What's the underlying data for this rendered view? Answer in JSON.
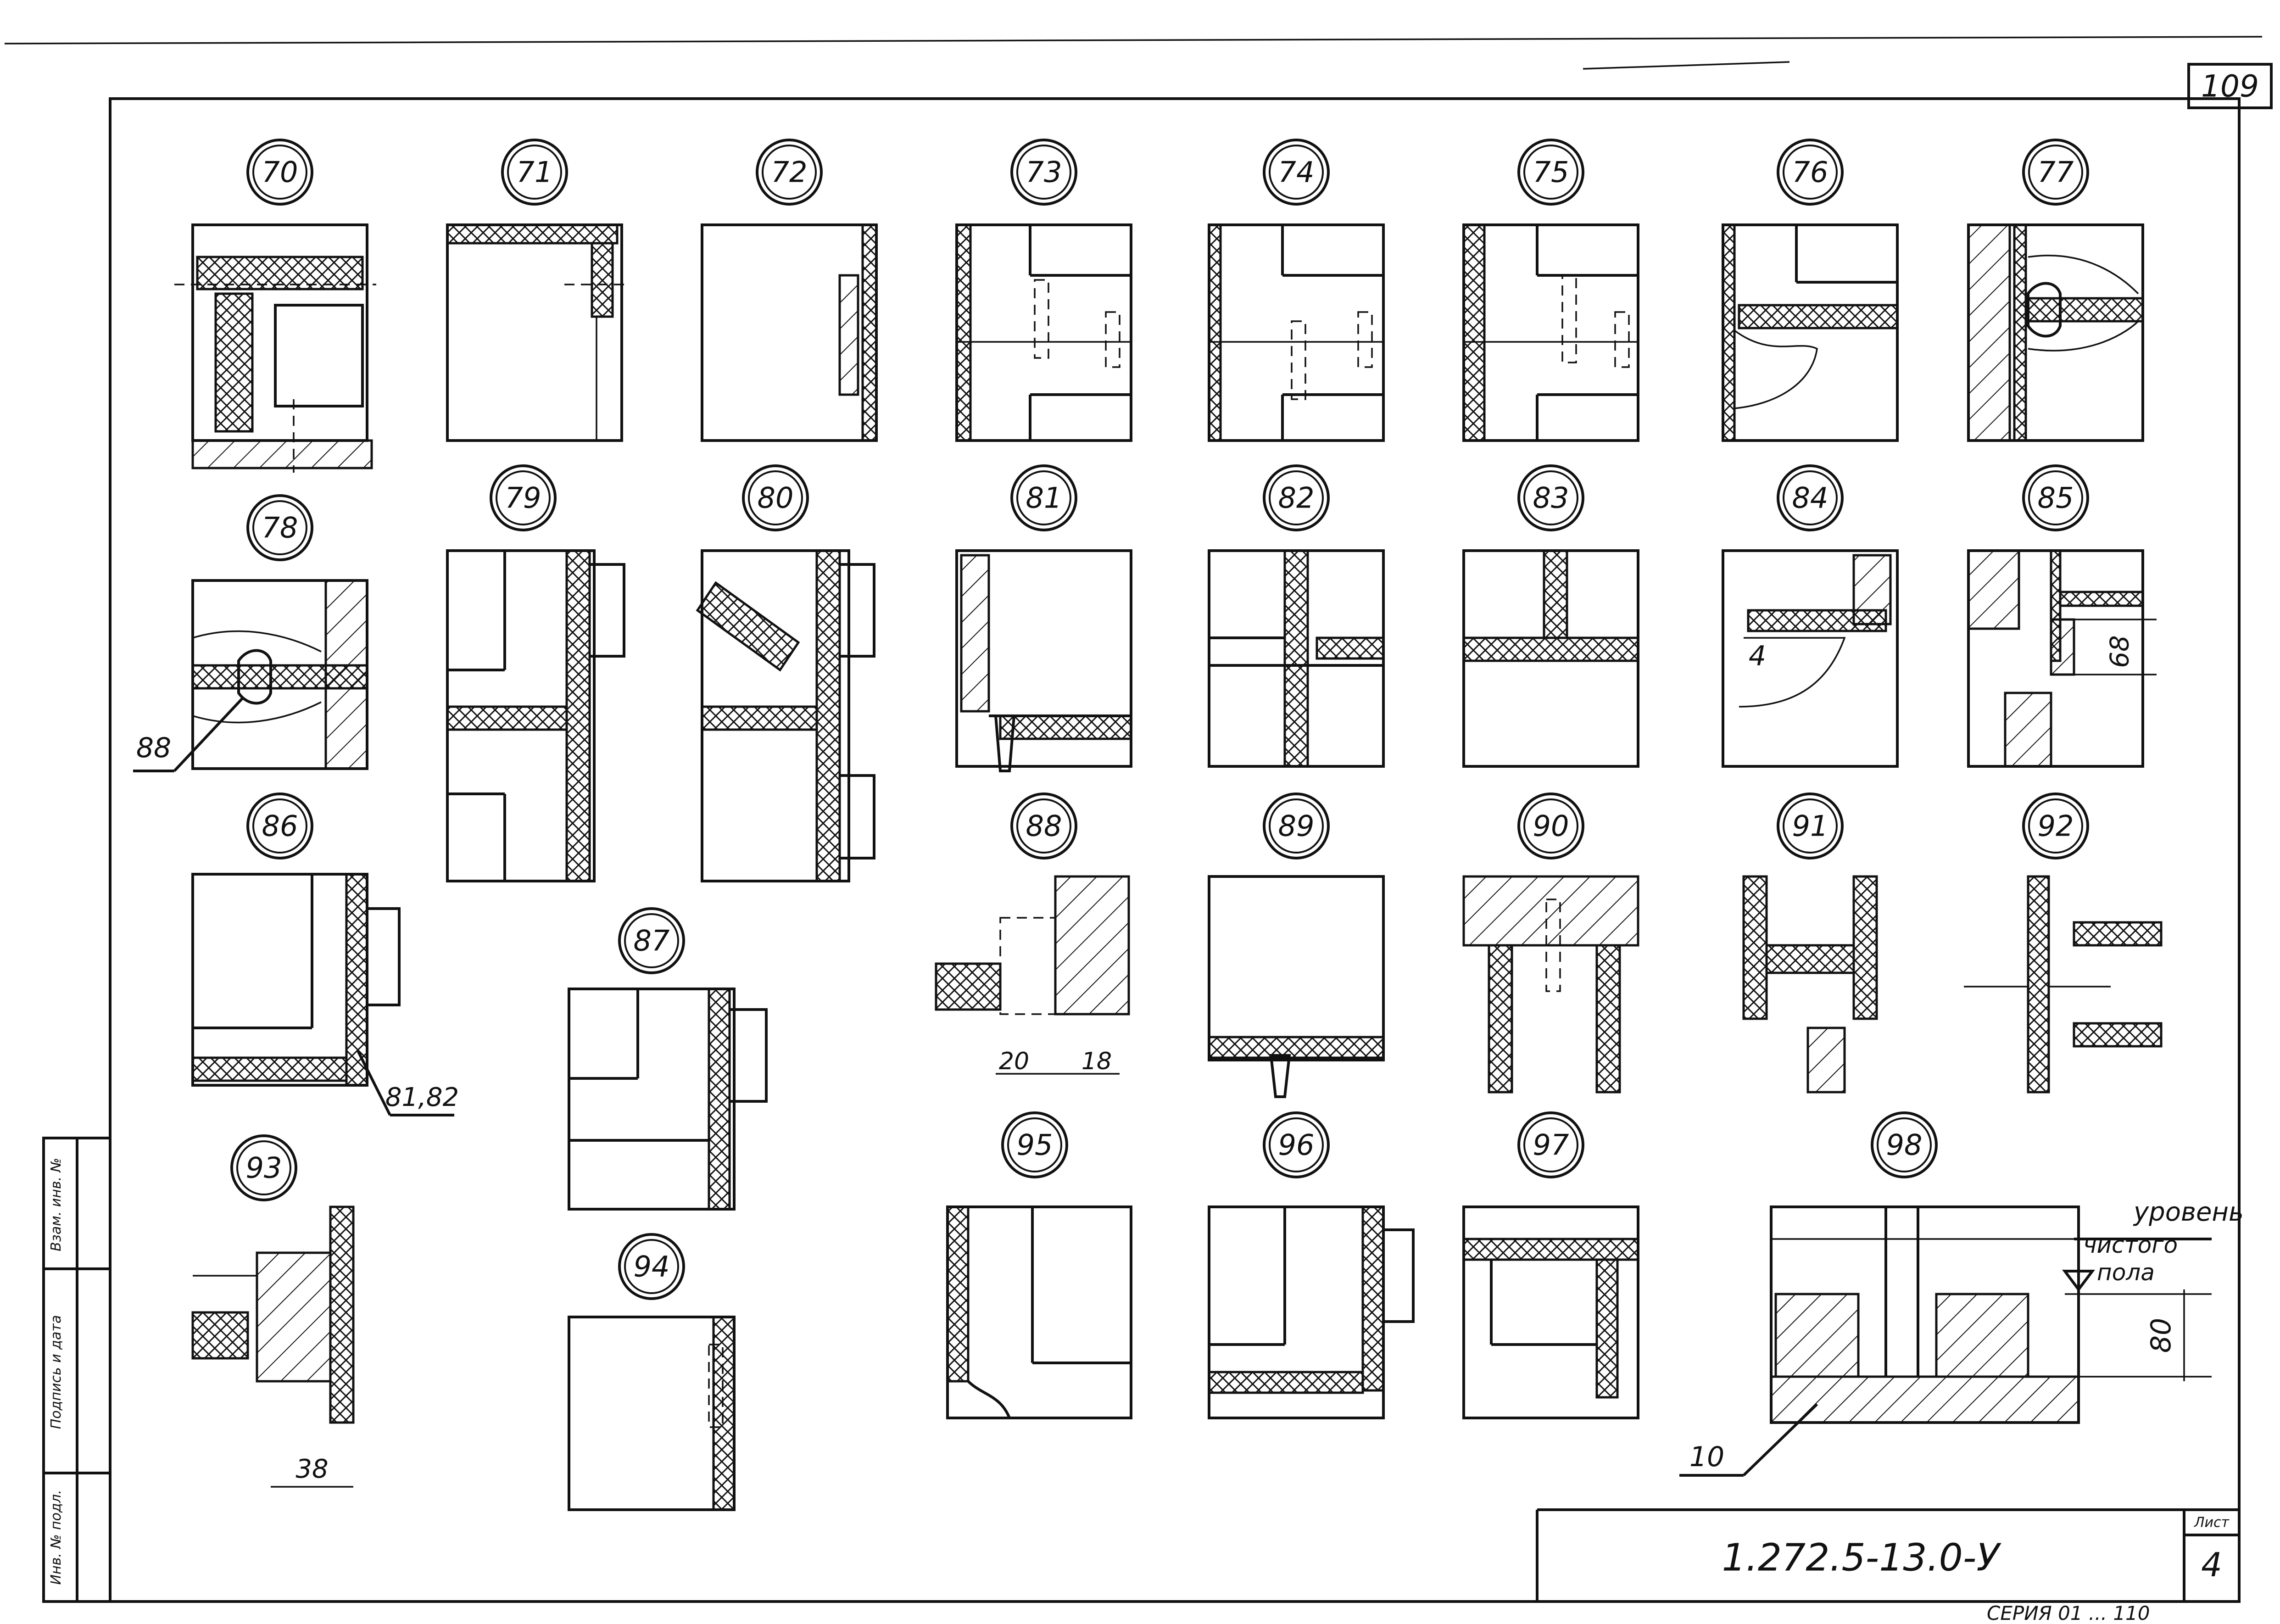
{
  "sheet": {
    "page_number": "109",
    "document_code": "1.272.5-13.0-У",
    "sheet_label": "Лист",
    "sheet_number": "4",
    "bottom_cut_text": "СЕРИЯ 01 ... 110"
  },
  "stamp_side": {
    "fields": [
      "Взам. инв. №",
      "Подпись и дата",
      "Инв. № подл."
    ]
  },
  "nodes": [
    {
      "id": "70",
      "label": "70"
    },
    {
      "id": "71",
      "label": "71"
    },
    {
      "id": "72",
      "label": "72"
    },
    {
      "id": "73",
      "label": "73"
    },
    {
      "id": "74",
      "label": "74"
    },
    {
      "id": "75",
      "label": "75"
    },
    {
      "id": "76",
      "label": "76"
    },
    {
      "id": "77",
      "label": "77"
    },
    {
      "id": "78",
      "label": "78"
    },
    {
      "id": "79",
      "label": "79"
    },
    {
      "id": "80",
      "label": "80"
    },
    {
      "id": "81",
      "label": "81"
    },
    {
      "id": "82",
      "label": "82"
    },
    {
      "id": "83",
      "label": "83"
    },
    {
      "id": "84",
      "label": "84"
    },
    {
      "id": "85",
      "label": "85"
    },
    {
      "id": "86",
      "label": "86"
    },
    {
      "id": "87",
      "label": "87"
    },
    {
      "id": "88",
      "label": "88"
    },
    {
      "id": "89",
      "label": "89"
    },
    {
      "id": "90",
      "label": "90"
    },
    {
      "id": "91",
      "label": "91"
    },
    {
      "id": "92",
      "label": "92"
    },
    {
      "id": "93",
      "label": "93"
    },
    {
      "id": "94",
      "label": "94"
    },
    {
      "id": "95",
      "label": "95"
    },
    {
      "id": "96",
      "label": "96"
    },
    {
      "id": "97",
      "label": "97"
    },
    {
      "id": "98",
      "label": "98"
    }
  ],
  "callouts": {
    "ref_88": "88",
    "ref_8182": "81,82",
    "dim_68": "68",
    "dim_4": "4",
    "dim_20": "20",
    "dim_18": "18",
    "dim_38": "38",
    "dim_80": "80",
    "ref_10": "10",
    "floor_level_line1": "уровень",
    "floor_level_line2": "чистого",
    "floor_level_line3": "пола"
  }
}
